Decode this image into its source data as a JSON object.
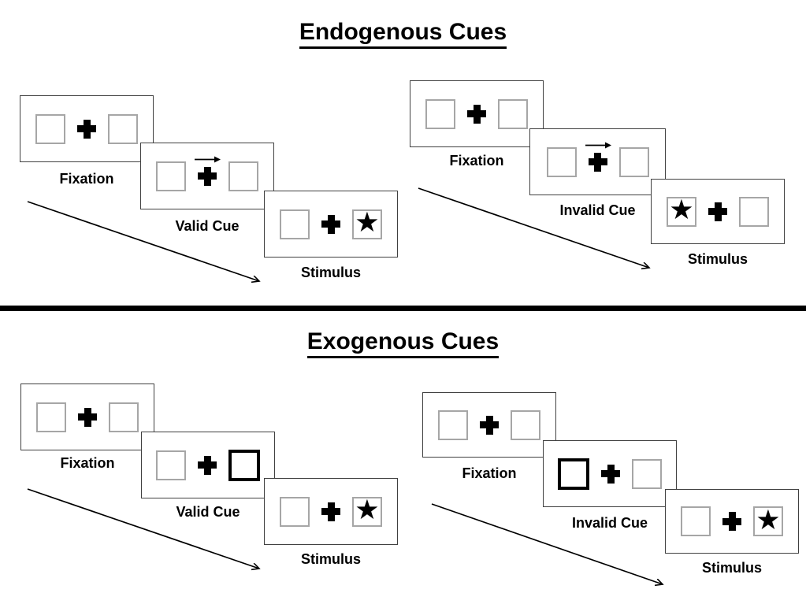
{
  "diagram": {
    "star_glyph": "★",
    "colors": {
      "background": "#ffffff",
      "panel_border": "#404040",
      "box_border": "#a6a6a6",
      "ink": "#000000"
    }
  },
  "sections": [
    {
      "title": "Endogenous Cues",
      "groups": [
        {
          "name": "valid-trial",
          "panels": [
            {
              "label": "Fixation",
              "left_box": "empty",
              "right_box": "empty",
              "cue_arrow": false
            },
            {
              "label": "Valid Cue",
              "left_box": "empty",
              "right_box": "empty",
              "cue_arrow": true,
              "cue_arrow_direction": "right"
            },
            {
              "label": "Stimulus",
              "left_box": "empty",
              "right_box": "star",
              "cue_arrow": false
            }
          ]
        },
        {
          "name": "invalid-trial",
          "panels": [
            {
              "label": "Fixation",
              "left_box": "empty",
              "right_box": "empty",
              "cue_arrow": false
            },
            {
              "label": "Invalid Cue",
              "left_box": "empty",
              "right_box": "empty",
              "cue_arrow": true,
              "cue_arrow_direction": "right"
            },
            {
              "label": "Stimulus",
              "left_box": "star",
              "right_box": "empty",
              "cue_arrow": false
            }
          ]
        }
      ]
    },
    {
      "title": "Exogenous Cues",
      "groups": [
        {
          "name": "valid-trial",
          "panels": [
            {
              "label": "Fixation",
              "left_box": "empty",
              "right_box": "empty",
              "cue_arrow": false
            },
            {
              "label": "Valid Cue",
              "left_box": "empty",
              "right_box": "highlighted",
              "cue_arrow": false
            },
            {
              "label": "Stimulus",
              "left_box": "empty",
              "right_box": "star",
              "cue_arrow": false
            }
          ]
        },
        {
          "name": "invalid-trial",
          "panels": [
            {
              "label": "Fixation",
              "left_box": "empty",
              "right_box": "empty",
              "cue_arrow": false
            },
            {
              "label": "Invalid Cue",
              "left_box": "highlighted",
              "right_box": "empty",
              "cue_arrow": false
            },
            {
              "label": "Stimulus",
              "left_box": "empty",
              "right_box": "star",
              "cue_arrow": false
            }
          ]
        }
      ]
    }
  ]
}
